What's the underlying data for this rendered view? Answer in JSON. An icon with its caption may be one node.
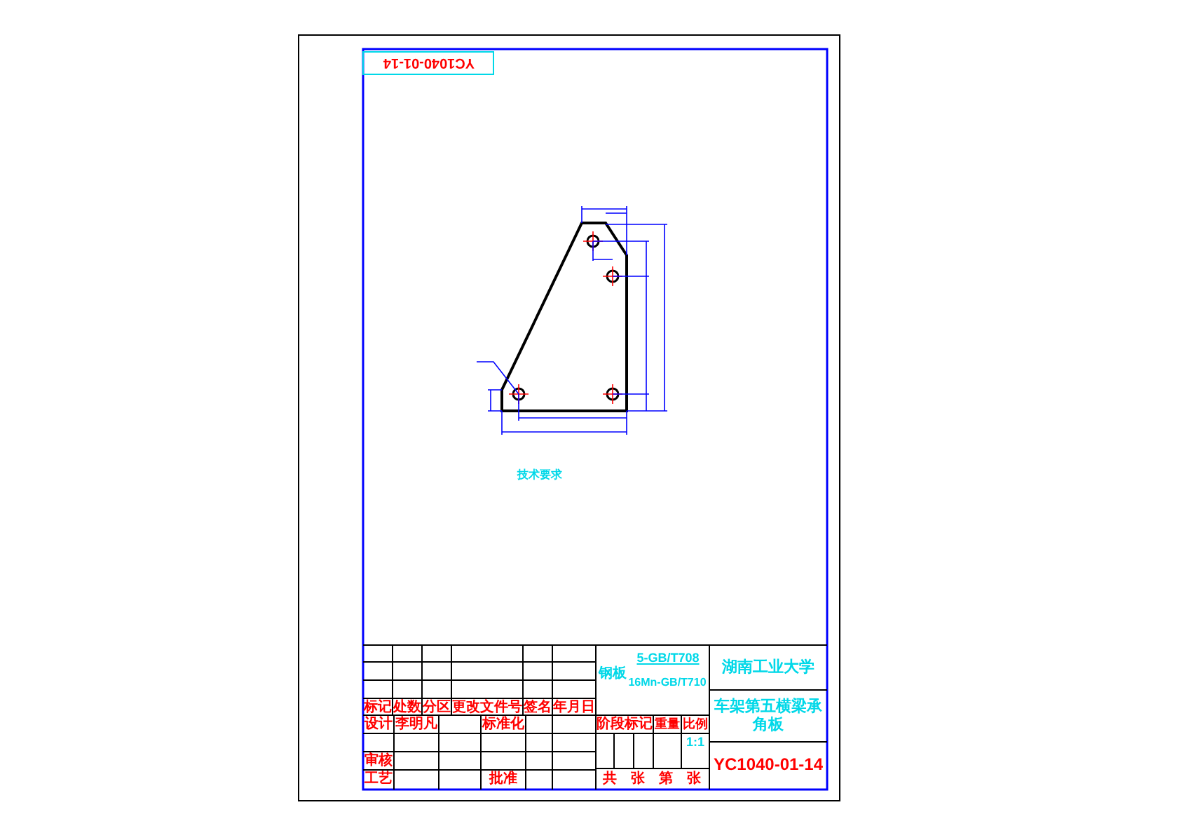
{
  "diagram": {
    "labels": [
      "YC1040-01-14",
      "技术要求",
      "钢板",
      "5-GB/T708",
      "16Mn-GB/T710",
      "湖南工业大学",
      "标记",
      "处数",
      "分区",
      "更改文件号",
      "签名",
      "年月日",
      "车架第五横梁承角板",
      "设计",
      "李明凡",
      "标准化",
      "阶段标记",
      "重量",
      "比例",
      "1:1",
      "审核",
      "工艺",
      "批准",
      "共",
      "张",
      "第",
      "张",
      "YC1040-01-14"
    ]
  }
}
